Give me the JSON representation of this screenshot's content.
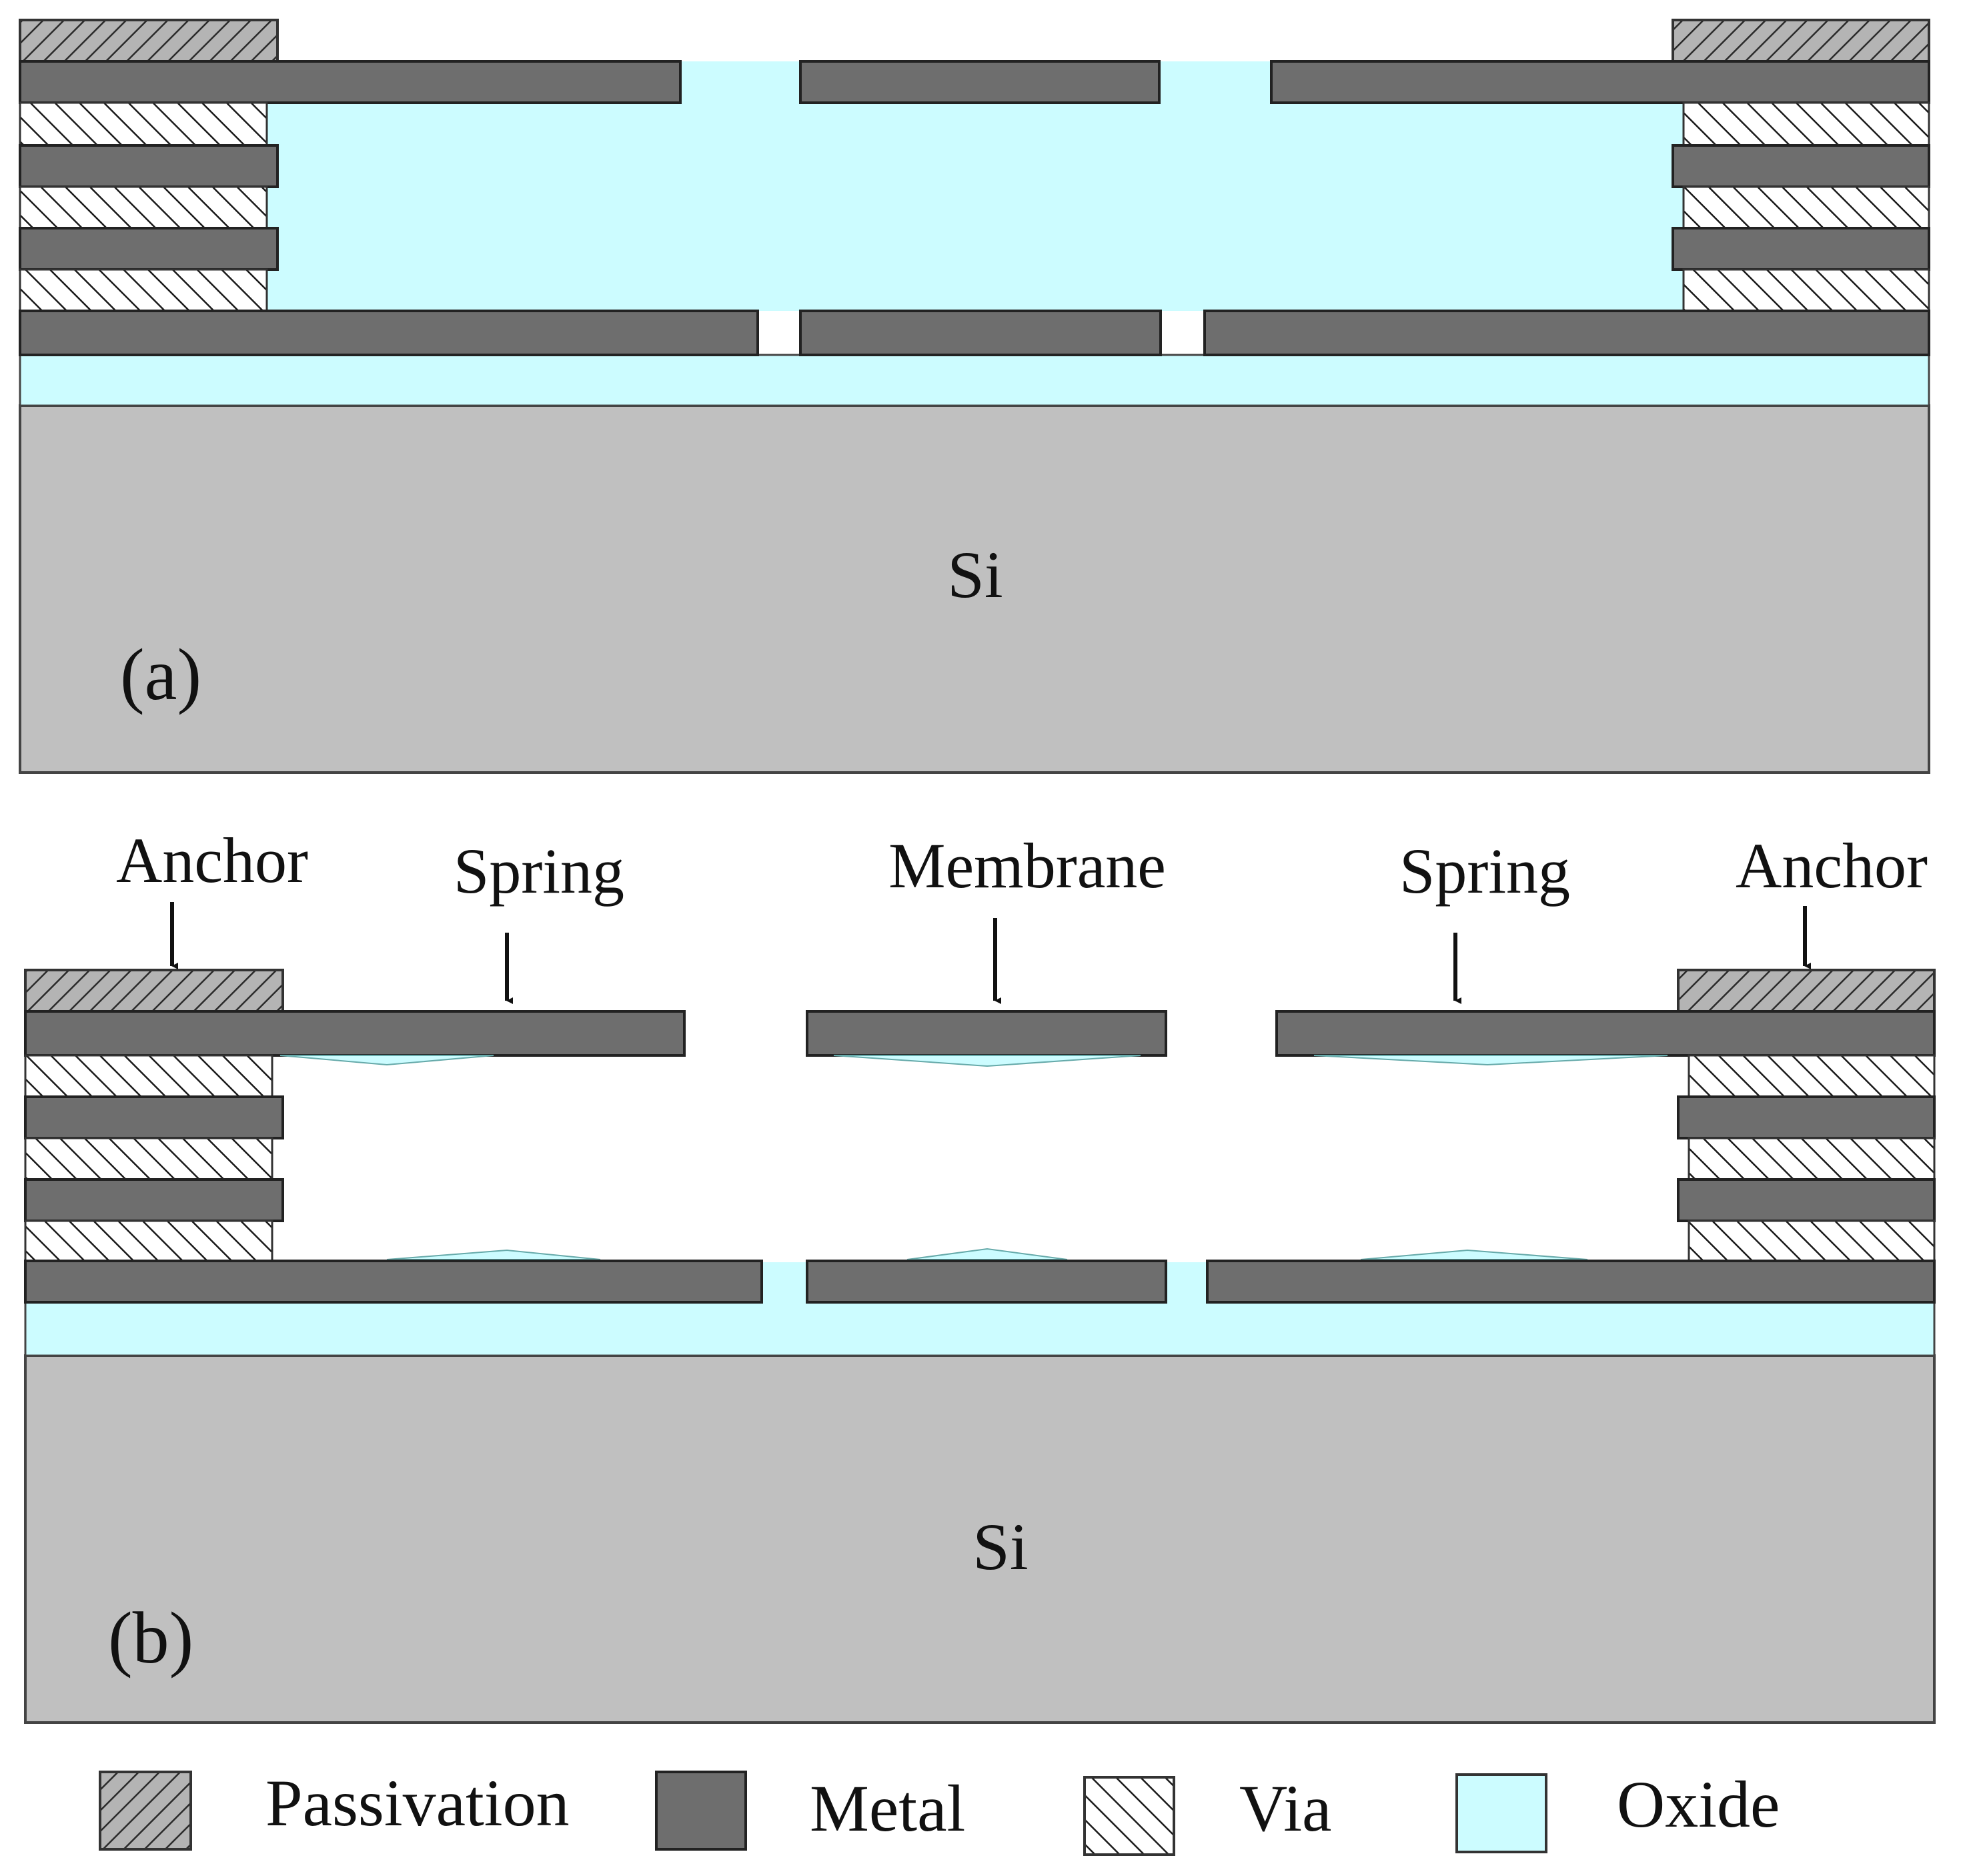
{
  "panel_a": {
    "substrate_label": "Si",
    "panel_label": "(a)"
  },
  "panel_b": {
    "substrate_label": "Si",
    "panel_label": "(b)",
    "annotations": {
      "anchor_left": "Anchor",
      "spring_left": "Spring",
      "membrane": "Membrane",
      "spring_right": "Spring",
      "anchor_right": "Anchor"
    }
  },
  "legend": {
    "passivation": "Passivation",
    "metal": "Metal",
    "via": "Via",
    "oxide": "Oxide"
  },
  "colors": {
    "metal": "#6e6e6e",
    "oxide": "#ccfcff",
    "substrate": "#c0c0c0",
    "passivation_fill": "#b4b4b4",
    "via_fill": "#ffffff",
    "outline": "#222222"
  }
}
